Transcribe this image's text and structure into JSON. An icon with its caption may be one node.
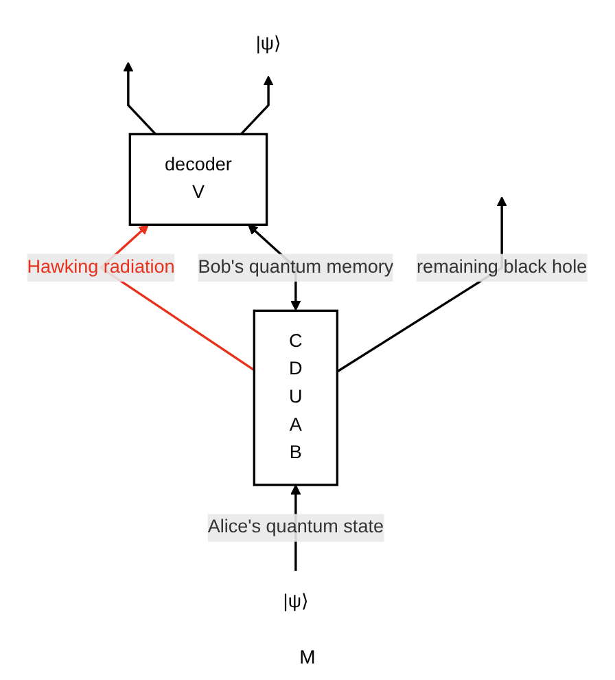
{
  "diagram": {
    "nodes": [
      {
        "text": [
          "C",
          "D",
          "U",
          "A",
          "B"
        ]
      },
      {
        "text": [
          "decoder",
          "V"
        ]
      },
      {
        "text": [
          "|ψ⟩"
        ]
      },
      {
        "text": [
          "|ψ⟩"
        ]
      }
    ],
    "edges": [
      {
        "from": 0,
        "to": 1,
        "arrow": "to",
        "label": "Hawking radiation",
        "color": "#e8321e"
      },
      {
        "from": 0,
        "to": 1,
        "arrow": "both",
        "label": "Bob's quantum memory"
      },
      {
        "from": 0,
        "to": null,
        "arrow": "to",
        "label": "remaining black hole"
      },
      {
        "from": 2,
        "to": 0,
        "arrow": "to",
        "label": "Alice's quantum state"
      },
      {
        "from": 1,
        "to": null,
        "arrow": "to"
      },
      {
        "from": 1,
        "to": 3,
        "arrow": "to"
      }
    ],
    "labels": [
      "M"
    ]
  }
}
